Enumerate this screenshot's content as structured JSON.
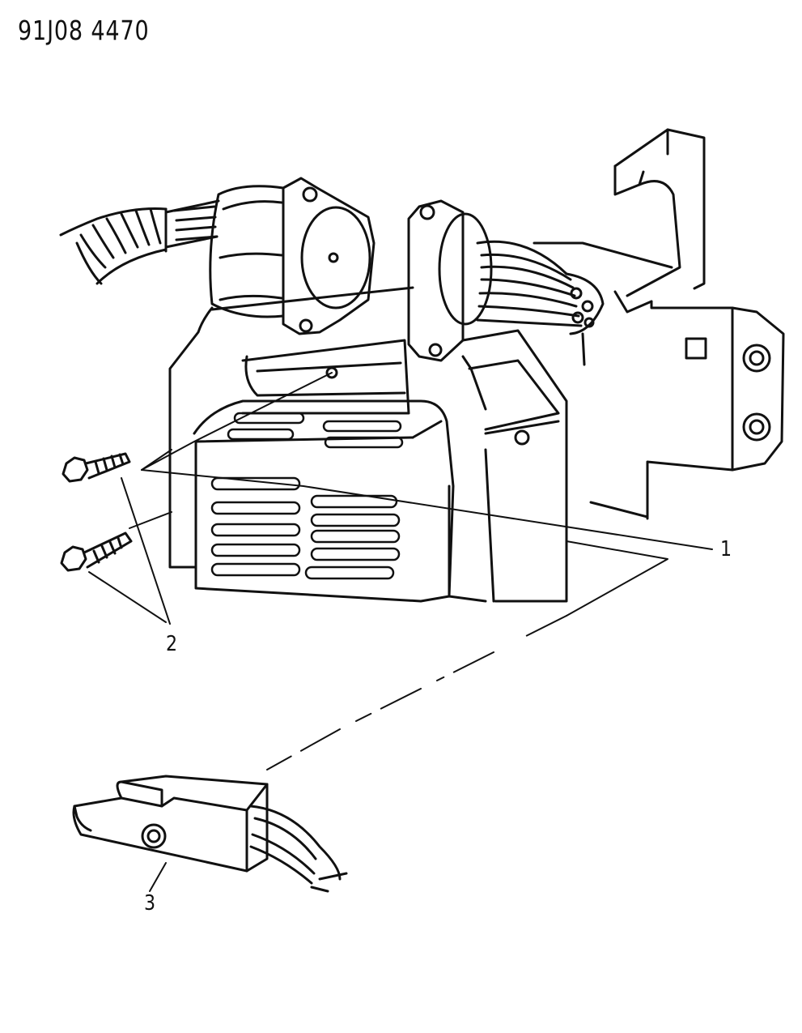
{
  "diagram": {
    "doc_id": "91J08  4470",
    "callouts": [
      {
        "id": "1",
        "label": "1"
      },
      {
        "id": "2",
        "label": "2"
      },
      {
        "id": "3",
        "label": "3"
      }
    ],
    "ink_color": "#111111",
    "paper_color": "#ffffff"
  }
}
